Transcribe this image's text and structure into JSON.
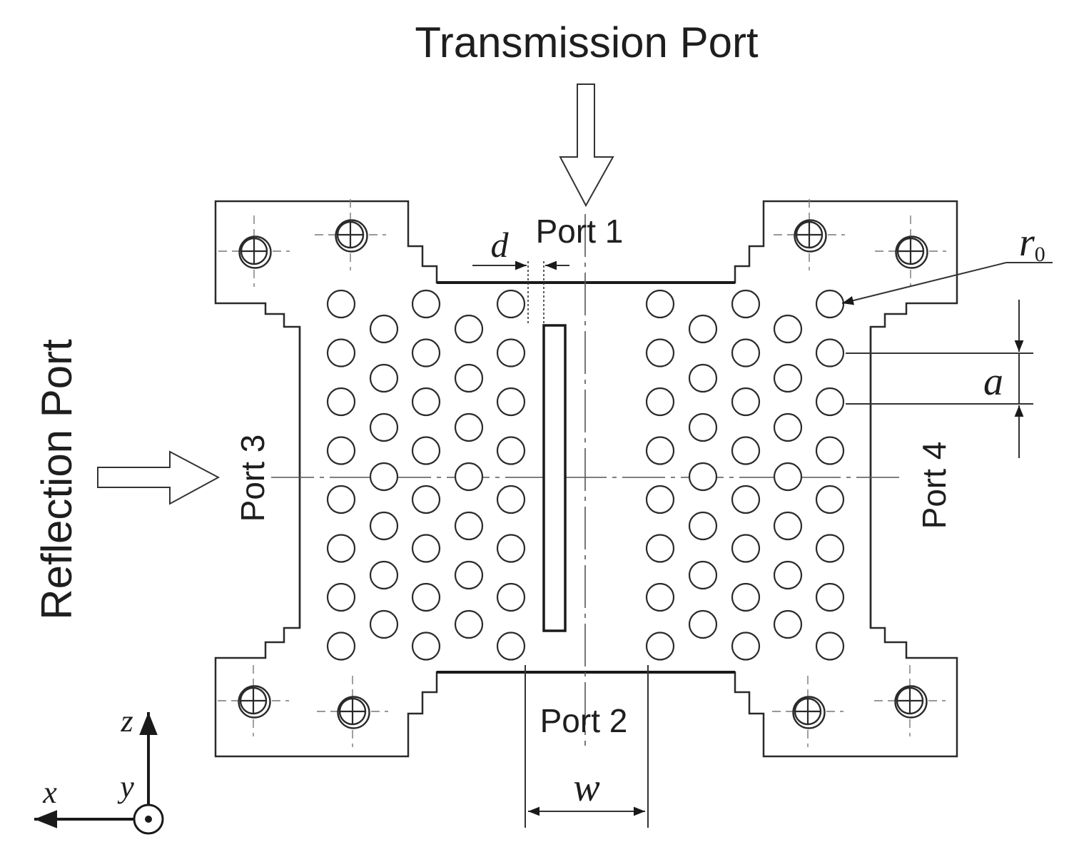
{
  "labels": {
    "transmission_port": "Transmission Port",
    "reflection_port": "Reflection Port",
    "port1": "Port 1",
    "port2": "Port 2",
    "port3": "Port 3",
    "port4": "Port 4",
    "d": "d",
    "w": "w",
    "a": "a",
    "r0": "r",
    "r0_sub": "0",
    "axis_x": "x",
    "axis_y": "y",
    "axis_z": "z"
  },
  "colors": {
    "line": "#1a1a1a",
    "background": "#ffffff"
  }
}
